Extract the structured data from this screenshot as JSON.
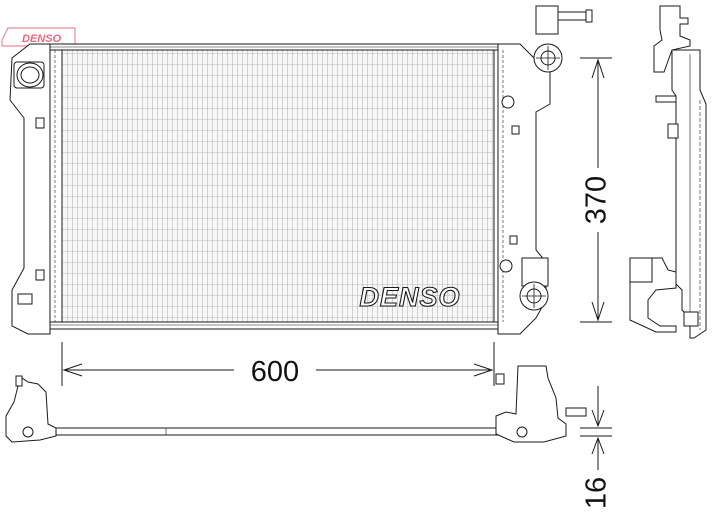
{
  "diagram": {
    "subject": "radiator",
    "views": [
      "front-view",
      "side-view",
      "top-view"
    ],
    "dimensions": {
      "width": "600",
      "height": "370",
      "depth": "16"
    },
    "labels": {
      "core_brand": "DENSO",
      "corner_logo": "DENSO"
    },
    "colors": {
      "line": "#1a1a1a",
      "logo": "#e0284f",
      "core_fill": "#f4f4f4"
    }
  }
}
